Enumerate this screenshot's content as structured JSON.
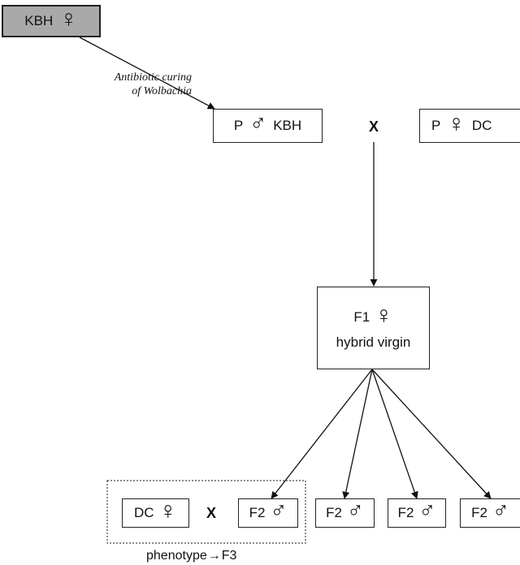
{
  "symbols": {
    "female": "♀",
    "male": "♂"
  },
  "top_box": {
    "label": "KBH"
  },
  "curing_note": {
    "line1": "Antibiotic curing",
    "line2": "of Wolbachia"
  },
  "p_male_box": {
    "prefix": "P",
    "label": "KBH"
  },
  "cross_top": "X",
  "p_female_box": {
    "prefix": "P",
    "label": "DC"
  },
  "f1_box": {
    "label": "F1",
    "sublabel": "hybrid virgin"
  },
  "dc_box": {
    "label": "DC"
  },
  "cross_bottom": "X",
  "f2_label": "F2",
  "phenotype": {
    "label": "phenotype",
    "arrow": "→",
    "target": "F3"
  }
}
